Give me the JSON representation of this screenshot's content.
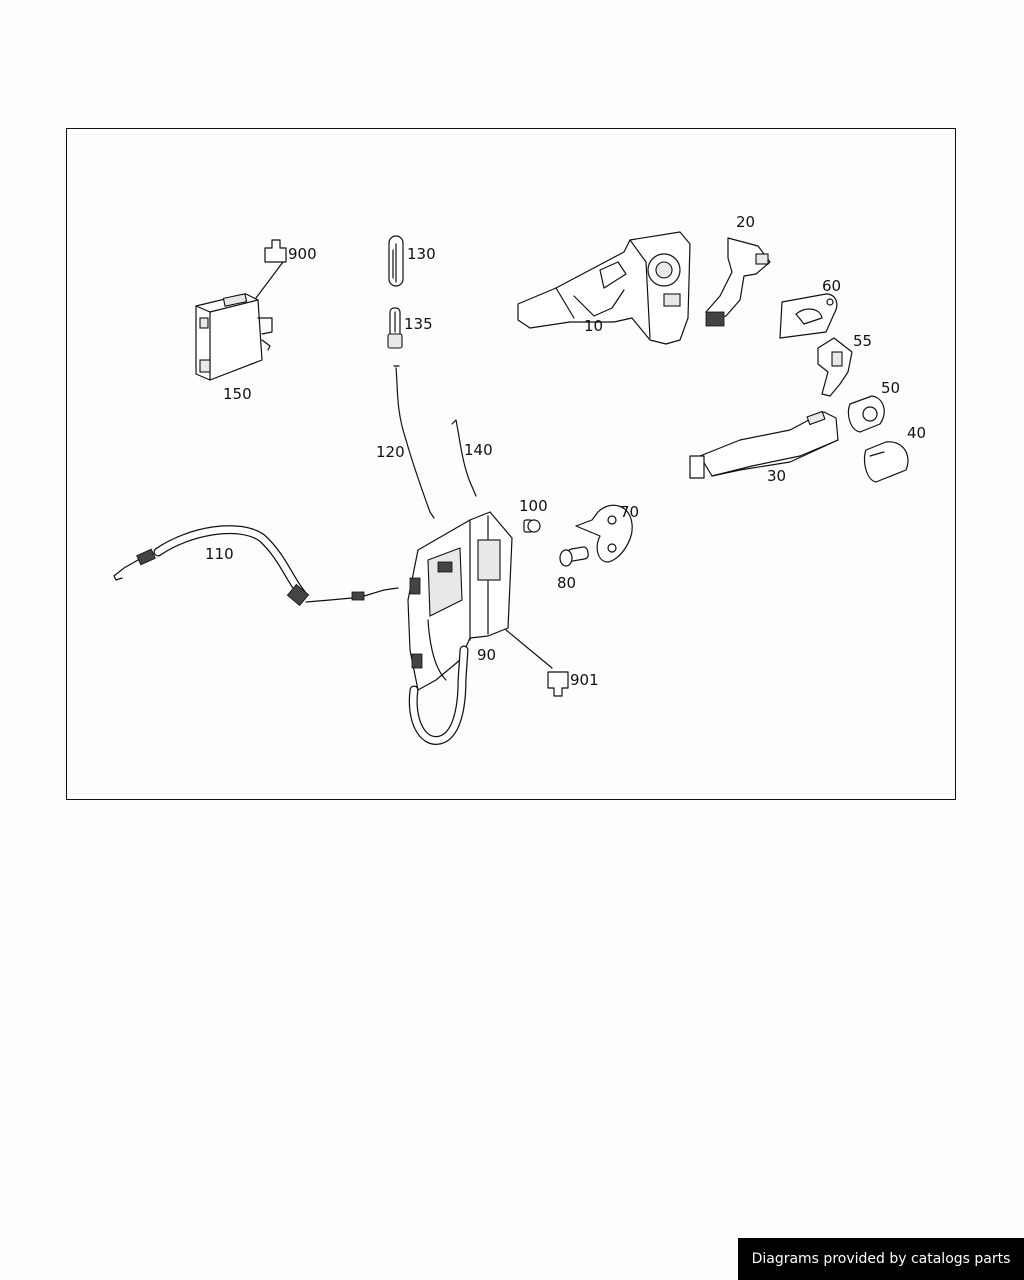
{
  "diagram": {
    "part_labels": {
      "p10": "10",
      "p20": "20",
      "p30": "30",
      "p40": "40",
      "p50": "50",
      "p55": "55",
      "p60": "60",
      "p70": "70",
      "p80": "80",
      "p90": "90",
      "p100": "100",
      "p110": "110",
      "p120": "120",
      "p130": "130",
      "p135": "135",
      "p140": "140",
      "p150": "150",
      "p900": "900",
      "p901": "901"
    }
  },
  "footer": {
    "credit": "Diagrams provided by catalogs parts"
  }
}
